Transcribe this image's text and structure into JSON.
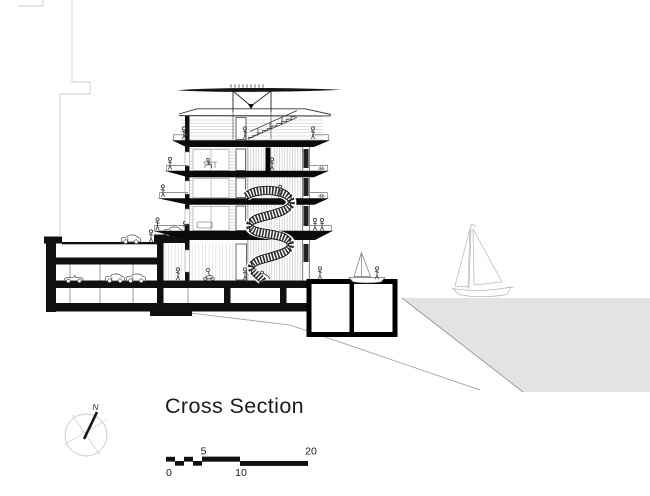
{
  "title": "Cross Section",
  "compass": {
    "north_label": "N"
  },
  "scale_bar": {
    "tick_0": "0",
    "tick_5": "5",
    "tick_10": "10",
    "tick_20": "20"
  },
  "colors": {
    "ink": "#111111",
    "water_gray": "#e3e3e3",
    "faint_line": "#cccccc"
  }
}
